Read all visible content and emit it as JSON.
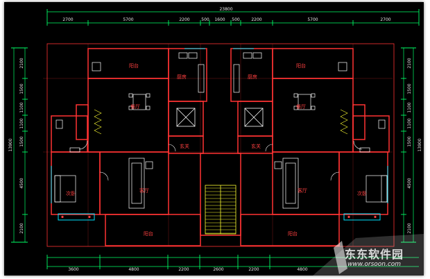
{
  "dimensions": {
    "overall": "23800",
    "top": [
      "2700",
      "5700",
      "2200",
      "500",
      "1600",
      "500",
      "2200",
      "5700",
      "2700"
    ],
    "bottom": [
      "3600",
      "4800",
      "2200",
      "2600",
      "2200",
      "4800"
    ],
    "left": [
      "2100",
      "1500",
      "1100",
      "1100",
      "1500",
      "4500",
      "2100"
    ],
    "left_total": "13900",
    "right": [
      "2100",
      "1500",
      "1100",
      "1100",
      "1500",
      "4500",
      "2100"
    ],
    "right_total": "13900"
  },
  "rooms": {
    "balcony_top_left": "阳台",
    "kitchen_left": "厨房",
    "kitchen_right": "厨房",
    "balcony_top_right": "阳台",
    "dining_left": "餐厅",
    "dining_right": "餐厅",
    "foyer_left": "玄关",
    "foyer_right": "玄关",
    "bedroom_left": "次卧",
    "living_left": "客厅",
    "living_right": "客厅",
    "bedroom_right": "次卧",
    "balcony_bottom_left": "阳台",
    "balcony_bottom_right": "阳台"
  },
  "watermark": {
    "title": "东东软件园",
    "url": "www.orsoon.com"
  },
  "colors": {
    "background": "#000000",
    "wall": "#ff3333",
    "furniture": "#ffffff",
    "dimension": "#00ff66",
    "window": "#00e5ff",
    "stair": "#ffff33"
  }
}
